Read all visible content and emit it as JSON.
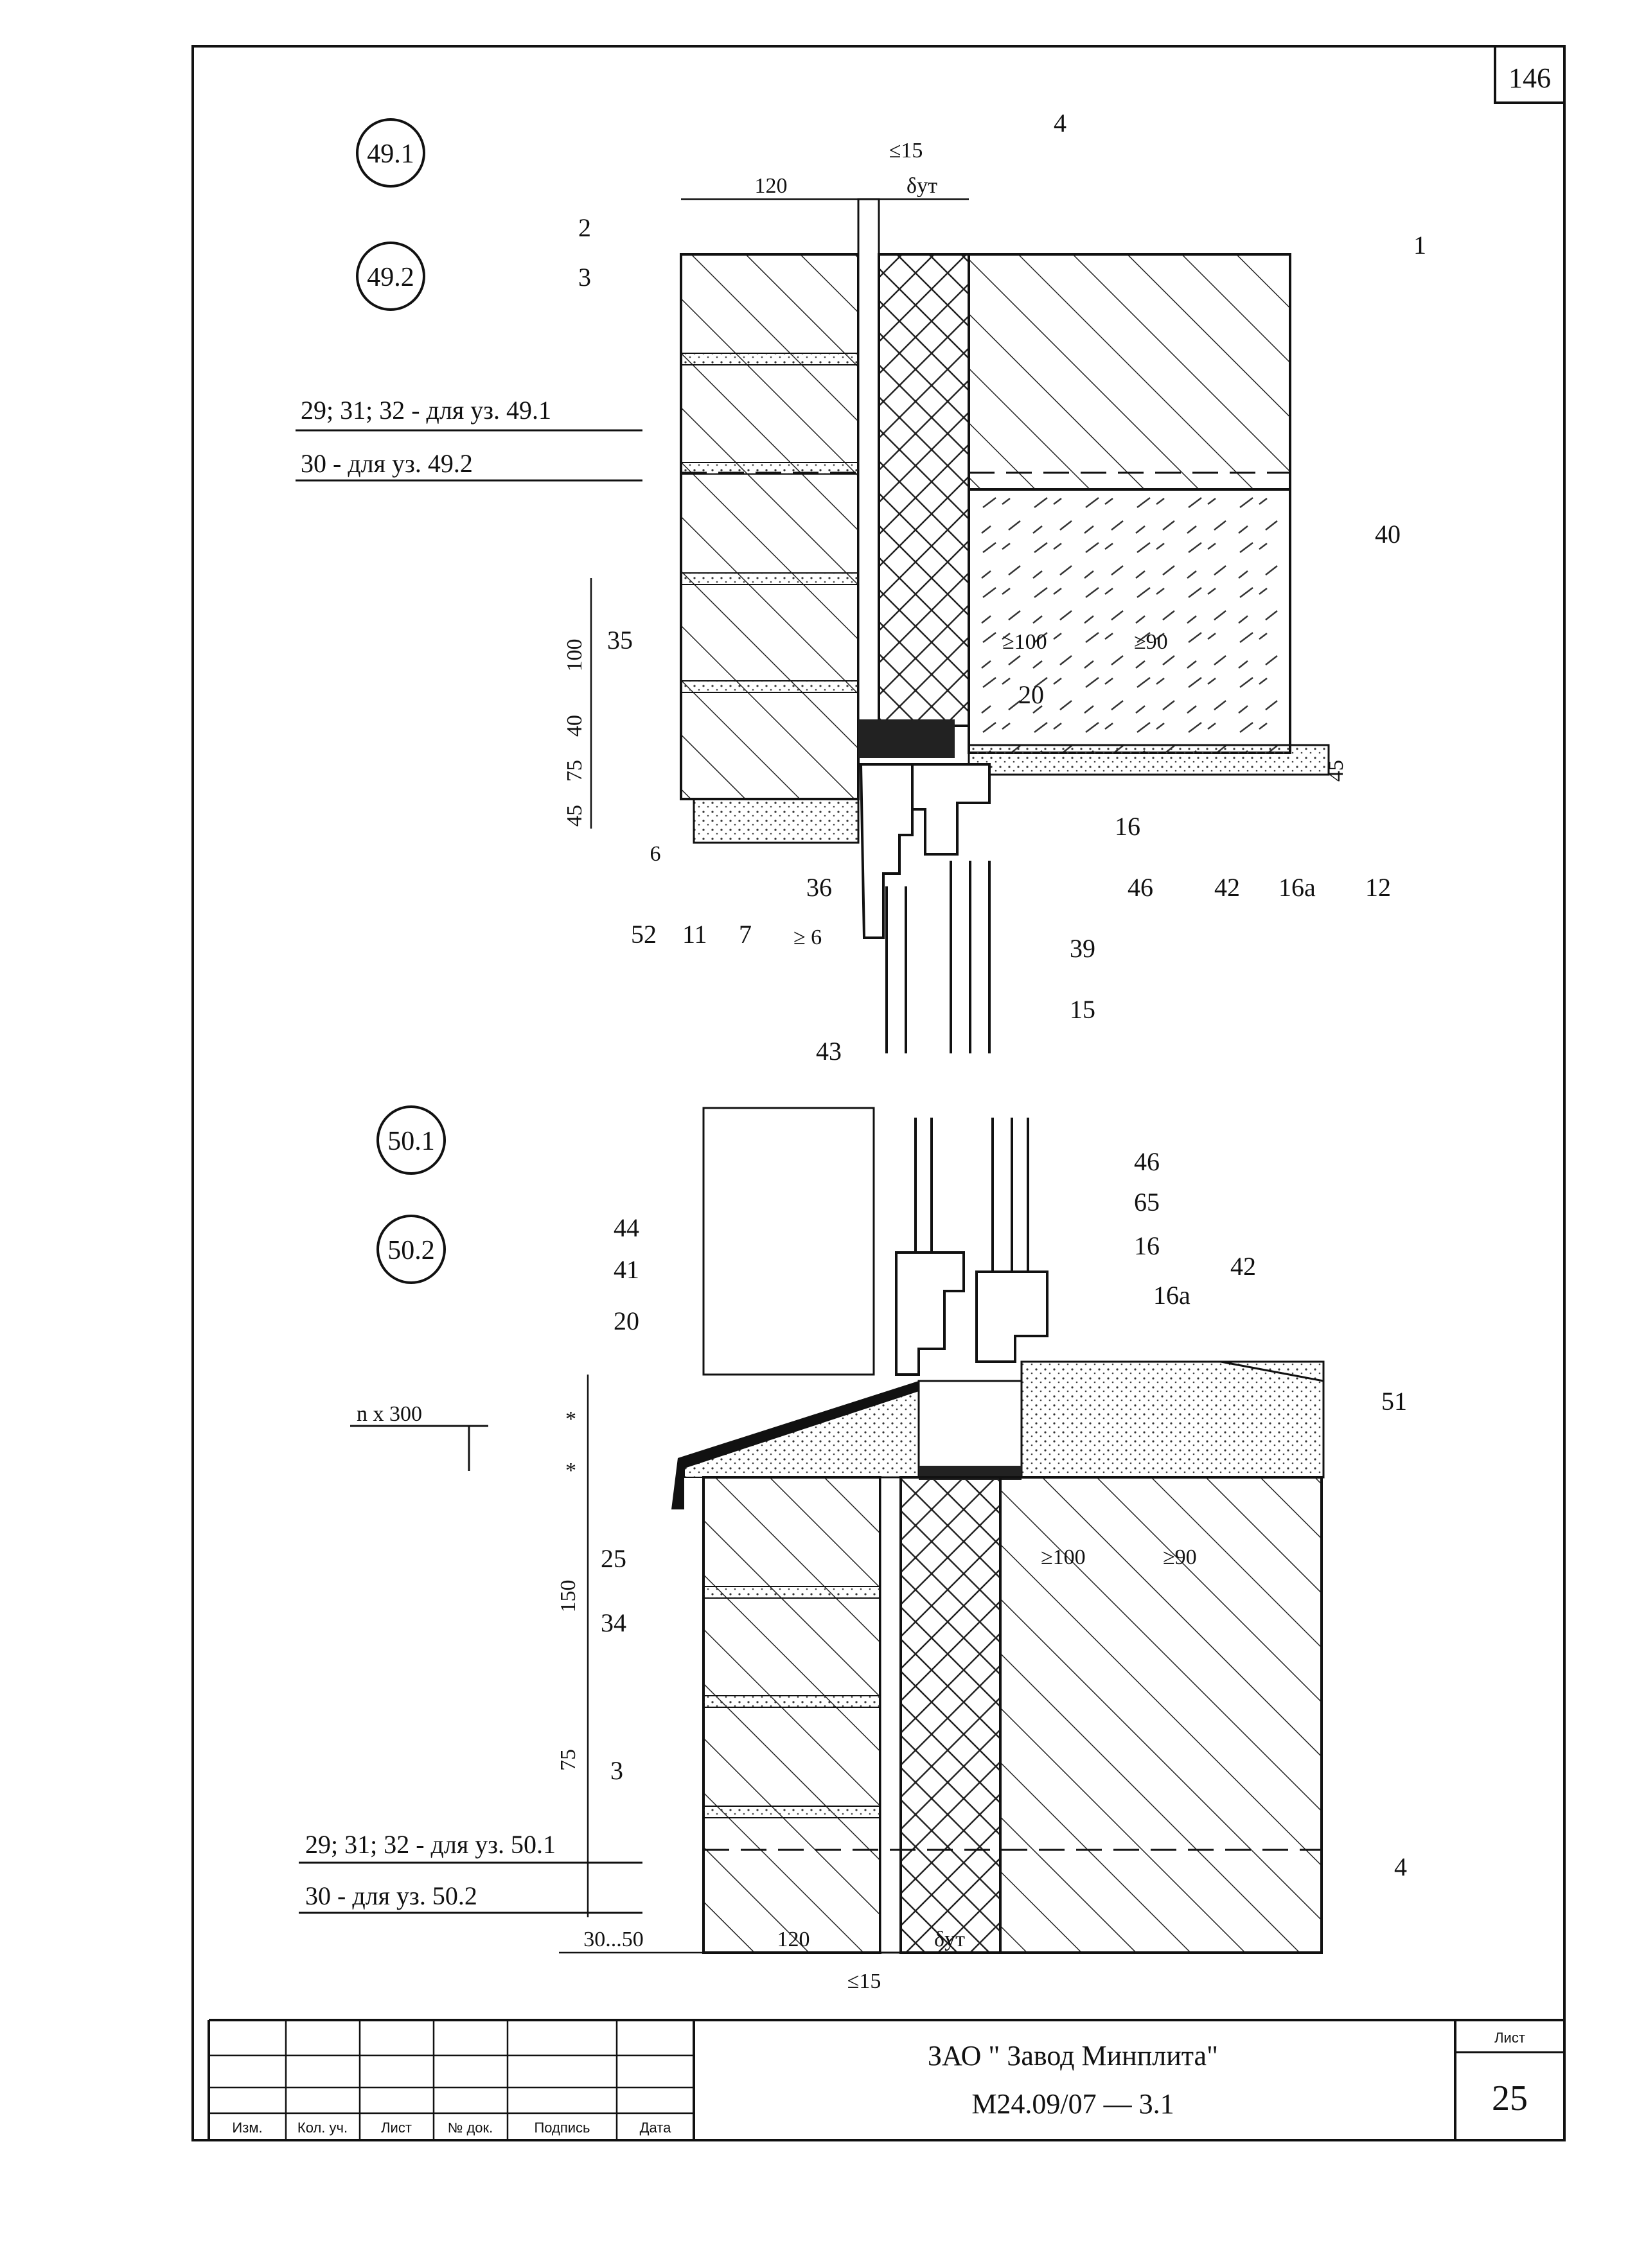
{
  "sheet_top_number": "146",
  "details_top": {
    "callout_a": "49.1",
    "callout_b": "49.2"
  },
  "details_bottom": {
    "callout_a": "50.1",
    "callout_b": "50.2"
  },
  "top_dims": {
    "d120": "120",
    "d15": "≤15",
    "dut": "δут",
    "d100": "100",
    "d40": "40",
    "d75": "75",
    "d45": "45",
    "d6": "6",
    "d45r": "45",
    "ge100": "≥100",
    "ge90": "≥90",
    "ge6": "≥ 6"
  },
  "top_labels": {
    "n2": "2",
    "n3": "3",
    "n4": "4",
    "n1": "1",
    "n40": "40",
    "n35": "35",
    "n20": "20",
    "n16": "16",
    "n46": "46",
    "n42": "42",
    "n16a": "16а",
    "n12": "12",
    "n36": "36",
    "n39": "39",
    "n15": "15",
    "n52": "52",
    "n11": "11",
    "n7": "7",
    "note_a": "29; 31; 32 - для уз. 49.1",
    "note_b": "30 - для уз. 49.2"
  },
  "bottom_dims": {
    "nx300": "n x 300",
    "star1": "*",
    "star2": "*",
    "d150": "150",
    "d75": "75",
    "d3050": "30...50",
    "d120": "120",
    "dut": "δут",
    "d15": "≤15",
    "ge100": "≥100",
    "ge90": "≥90"
  },
  "bottom_labels": {
    "n43": "43",
    "n46": "46",
    "n65": "65",
    "n16": "16",
    "n42": "42",
    "n16a": "16а",
    "n44": "44",
    "n41": "41",
    "n20": "20",
    "n51": "51",
    "n25": "25",
    "n34": "34",
    "n3": "3",
    "n4": "4",
    "note_a": "29; 31; 32 - для уз. 50.1",
    "note_b": "30 - для уз. 50.2"
  },
  "title_block": {
    "col_izm": "Изм.",
    "col_kol": "Кол. уч.",
    "col_list": "Лист",
    "col_doc": "№ док.",
    "col_sign": "Подпись",
    "col_date": "Дата",
    "company": "ЗАО \" Завод Минплита\"",
    "code": "М24.09/07  —  3.1",
    "sheet_label": "Лист",
    "sheet_no": "25"
  }
}
